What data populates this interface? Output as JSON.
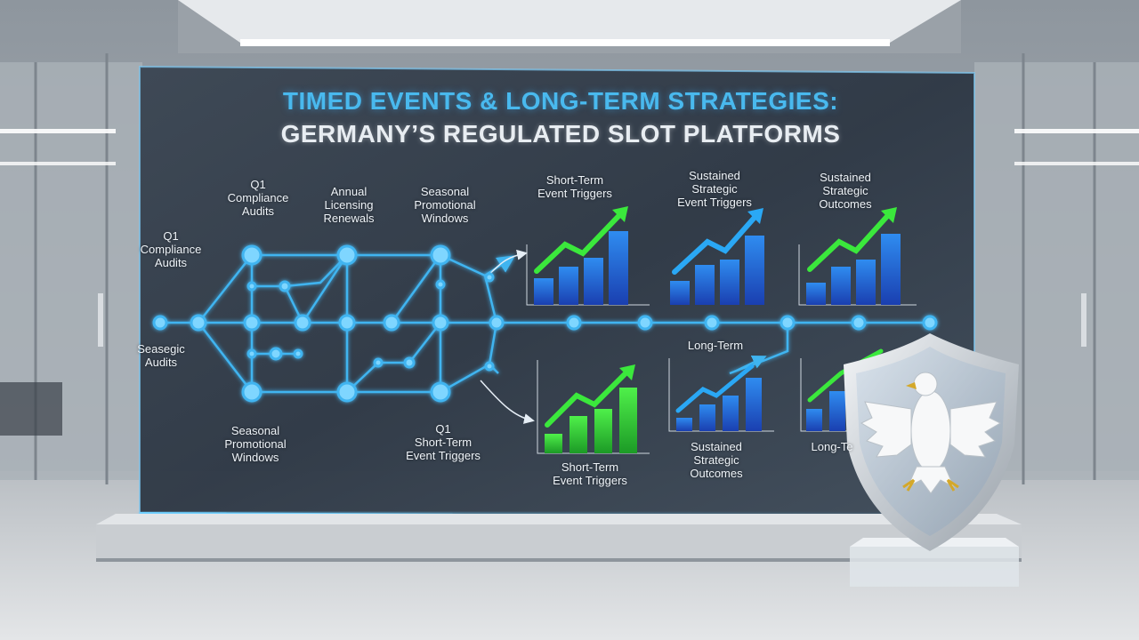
{
  "title": {
    "line1": "TIMED EVENTS & LONG-TERM STRATEGIES:",
    "line2": "GERMANY’S REGULATED SLOT PLATFORMS"
  },
  "labels": {
    "q1_compliance_audits_top": "Q1\nCompliance\nAudits",
    "annual_licensing_renewals": "Annual\nLicensing\nRenewals",
    "seasonal_promotional_windows_top": "Seasonal\nPromotional\nWindows",
    "short_term_event_triggers_top": "Short-Term\nEvent Triggers",
    "sustained_strategic_event_triggers": "Sustained\nStrategic\nEvent Triggers",
    "sustained_strategic_outcomes_top": "Sustained\nStrategic\nOutcomes",
    "q1_compliance_audits_left": "Q1\nCompliance\nAudits",
    "seasegic_audits": "Seasegic\nAudits",
    "long_term_mid": "Long-Term",
    "seasonal_promotional_windows_bottom": "Seasonal\nPromotional\nWindows",
    "q1_short_term_event_triggers": "Q1\nShort-Term\nEvent Triggers",
    "short_term_event_triggers_bottom": "Short-Term\nEvent Triggers",
    "sustained_strategic_outcomes_bottom": "Sustained\nStrategic\nOutcomes",
    "long_term_partial": "Long-Te"
  },
  "colors": {
    "accent_blue": "#3fb4f0",
    "bar_blue": "#1e5fd8",
    "bar_green": "#2ecc3a",
    "arrow_green": "#3be83c",
    "panel_dark": "#2a3340"
  },
  "icons": {
    "shield": "eagle-shield-icon"
  }
}
